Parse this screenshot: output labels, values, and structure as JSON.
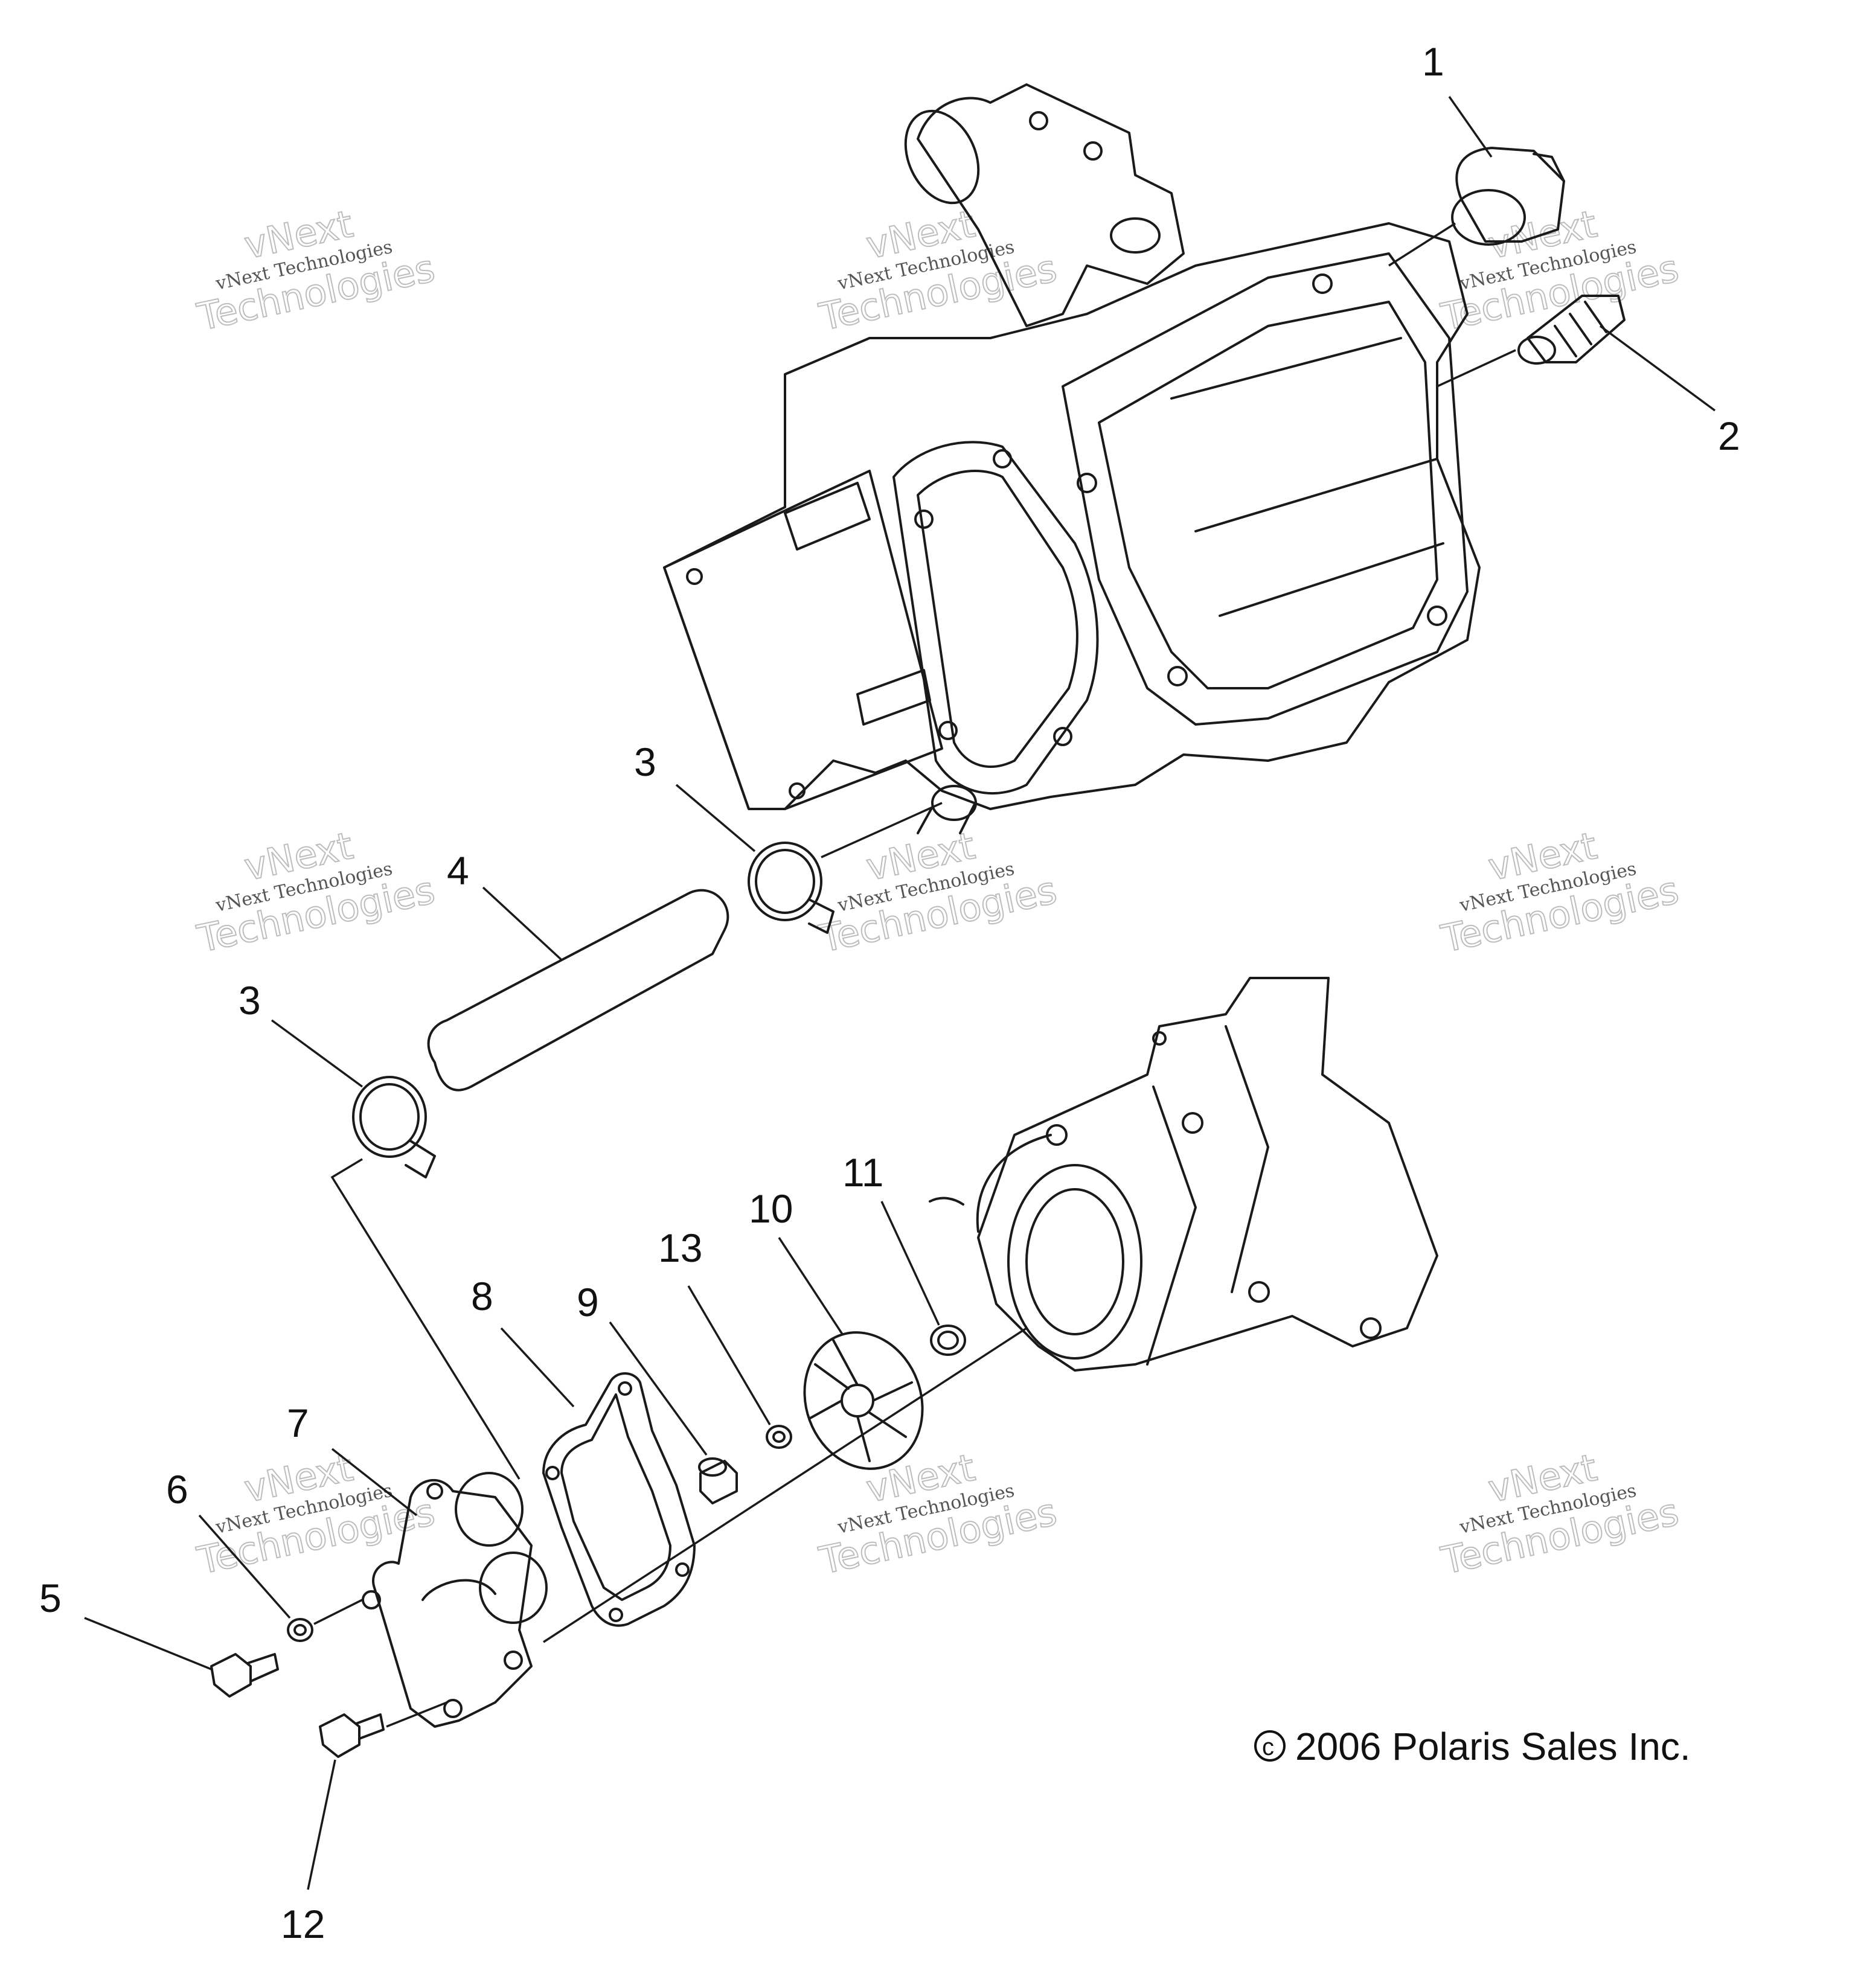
{
  "callouts": {
    "c1": "1",
    "c2": "2",
    "c3a": "3",
    "c3b": "3",
    "c4": "4",
    "c5": "5",
    "c6": "6",
    "c7": "7",
    "c8": "8",
    "c9": "9",
    "c10": "10",
    "c11": "11",
    "c12": "12",
    "c13": "13"
  },
  "watermark": {
    "small": "vNext Technologies",
    "big_line1": "vNext",
    "big_line2": "Technologies"
  },
  "copyright": "2006 Polaris Sales Inc.",
  "copyright_symbol": "c"
}
